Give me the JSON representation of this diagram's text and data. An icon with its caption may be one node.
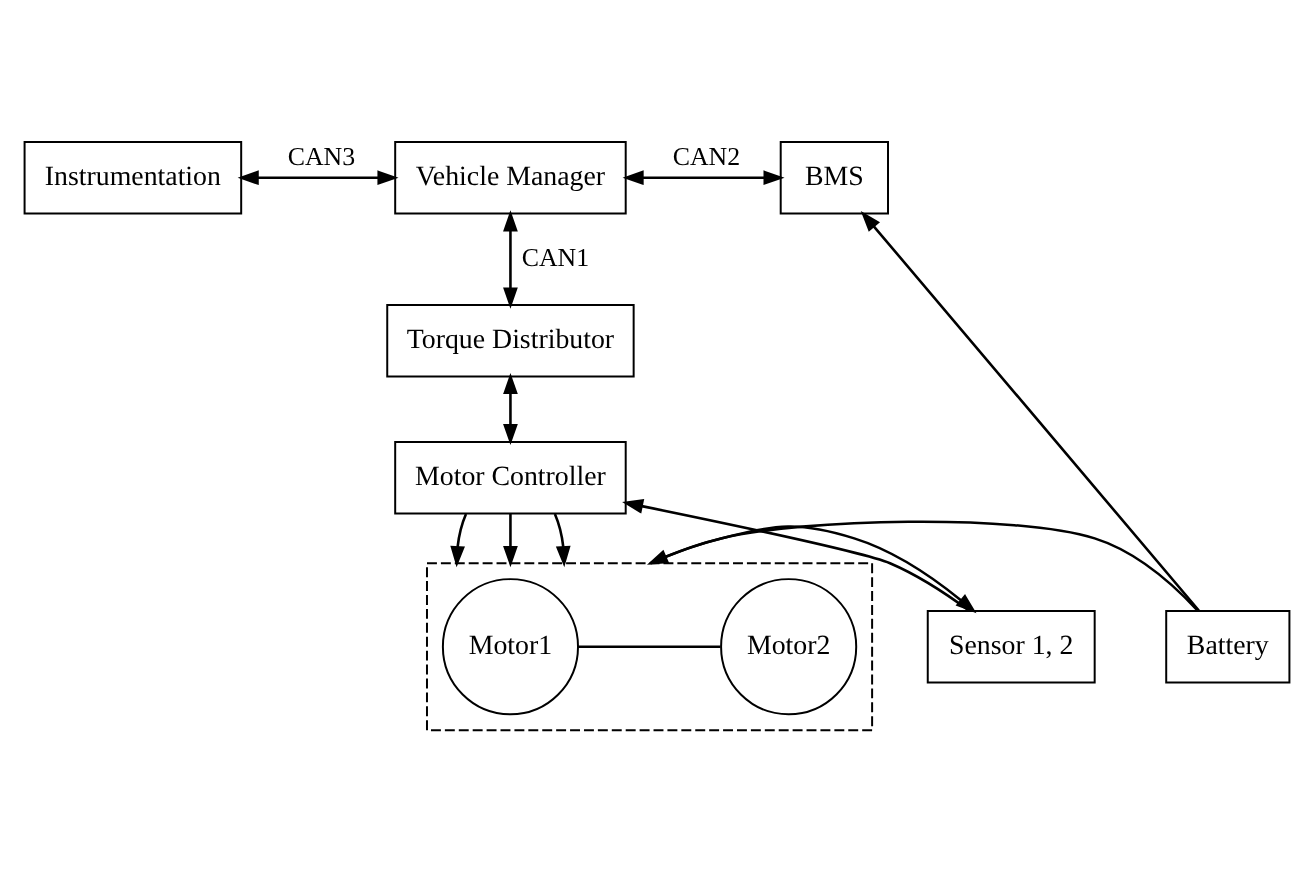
{
  "diagram": {
    "nodes": [
      {
        "text": [
          "Instrumentation"
        ]
      },
      {
        "text": [
          "Vehicle Manager"
        ]
      },
      {
        "text": [
          "BMS"
        ]
      },
      {
        "text": [
          "Torque Distributor"
        ]
      },
      {
        "text": [
          "Motor Controller"
        ]
      },
      {
        "text": [],
        "shape": "box"
      },
      {
        "text": [
          "Motor1"
        ],
        "in": 5
      },
      {
        "text": [
          "Motor2"
        ],
        "in": 5
      },
      {
        "text": [
          "Sensor 1, 2"
        ]
      },
      {
        "text": [
          "Battery"
        ]
      }
    ],
    "edges": [
      {
        "from": 0,
        "to": 1,
        "arrow": "both",
        "label": "CAN3"
      },
      {
        "from": 1,
        "to": 2,
        "arrow": "both",
        "label": "CAN2"
      },
      {
        "from": 1,
        "to": 3,
        "arrow": "both",
        "label": "CAN1"
      },
      {
        "from": 3,
        "to": 4,
        "arrow": "both"
      },
      {
        "from": 4,
        "to": 5,
        "arrow": "to"
      },
      {
        "from": 4,
        "to": 5,
        "arrow": "to"
      },
      {
        "from": 4,
        "to": 5,
        "arrow": "to"
      },
      {
        "from": 6,
        "to": 7,
        "arrow": "none"
      },
      {
        "from": 5,
        "to": 8,
        "arrow": "to"
      },
      {
        "from": 9,
        "to": 5,
        "arrow": "to"
      },
      {
        "from": 9,
        "to": 2,
        "arrow": "to"
      },
      {
        "from": 8,
        "to": 4,
        "arrow": "to"
      }
    ]
  }
}
